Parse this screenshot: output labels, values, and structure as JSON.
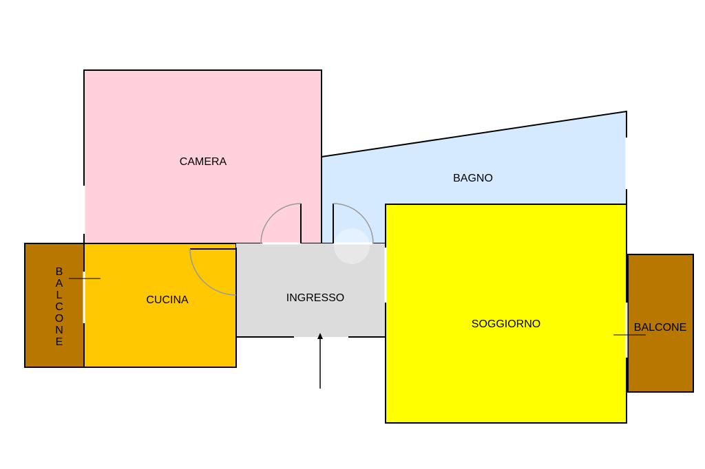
{
  "rooms": {
    "camera": {
      "label": "CAMERA",
      "color": "#ffd1dc"
    },
    "bagno": {
      "label": "BAGNO",
      "color": "#d6eaff"
    },
    "cucina": {
      "label": "CUCINA",
      "color": "#ffc800"
    },
    "ingresso": {
      "label": "INGRESSO",
      "color": "#dcdcdc"
    },
    "soggiorno": {
      "label": "SOGGIORNO",
      "color": "#ffff00"
    },
    "balcone_left": {
      "letters": [
        "B",
        "A",
        "L",
        "C",
        "O",
        "N",
        "E"
      ],
      "color": "#b87800"
    },
    "balcone_right": {
      "label": "BALCONE",
      "color": "#b87800"
    }
  },
  "colors": {
    "wall": "#000000",
    "background": "#ffffff",
    "door_arc": "#999999"
  }
}
